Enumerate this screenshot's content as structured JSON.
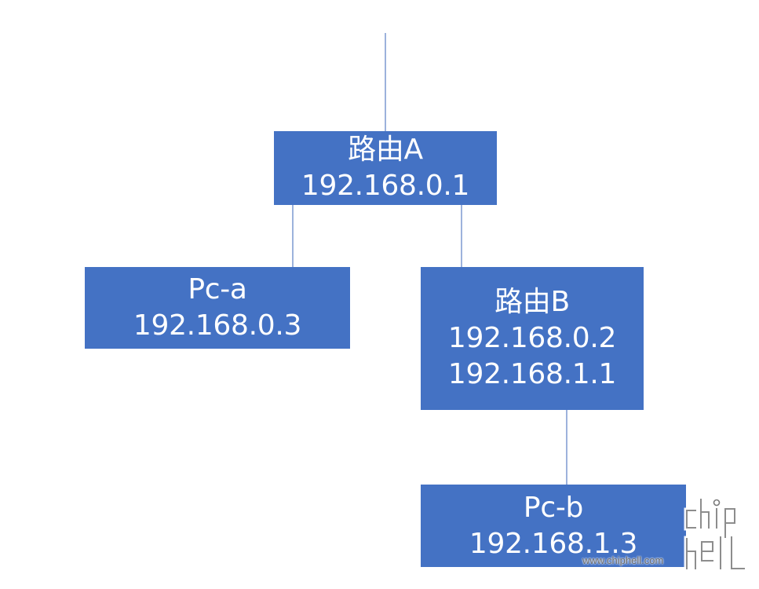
{
  "nodes": {
    "router_a": {
      "name": "路由A",
      "ips": [
        "192.168.0.1"
      ]
    },
    "pc_a": {
      "name": "Pc-a",
      "ips": [
        "192.168.0.3"
      ]
    },
    "router_b": {
      "name": "路由B",
      "ips": [
        "192.168.0.2",
        "192.168.1.1"
      ]
    },
    "pc_b": {
      "name": "Pc-b",
      "ips": [
        "192.168.1.3"
      ]
    }
  },
  "watermark": {
    "url": "www.chiphell.com",
    "logo_text": "chip hell"
  },
  "colors": {
    "node_fill": "#4472c4",
    "connector": "#5b7fc4",
    "node_text": "#ffffff",
    "background": "#ffffff"
  }
}
